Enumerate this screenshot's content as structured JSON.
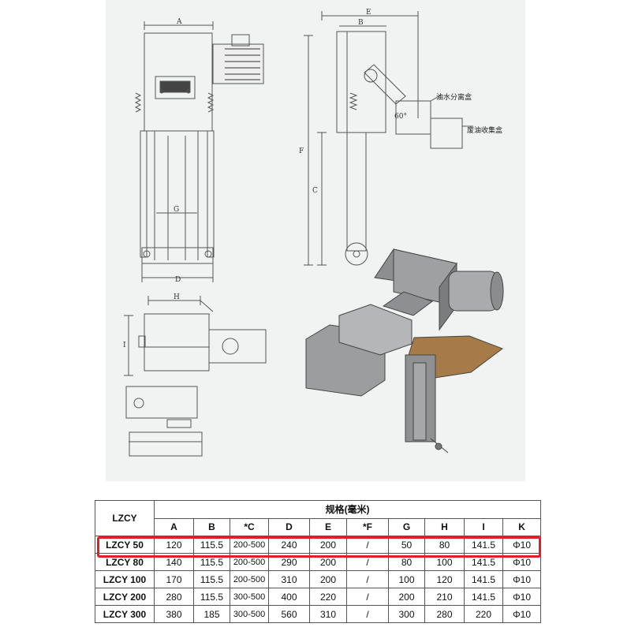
{
  "drawing": {
    "dims": [
      "A",
      "B",
      "C",
      "D",
      "E",
      "F",
      "G",
      "H",
      "I"
    ],
    "labels": {
      "oil_water_separator": "油水分离盒",
      "waste_oil_box": "废油收集盒",
      "angle": "60°"
    }
  },
  "table": {
    "header_model": "LZCY",
    "header_spec": "规格(毫米)",
    "columns": [
      "A",
      "B",
      "*C",
      "D",
      "E",
      "*F",
      "G",
      "H",
      "I",
      "K"
    ],
    "rows": [
      [
        "LZCY 50",
        "120",
        "115.5",
        "200-500",
        "240",
        "200",
        "/",
        "50",
        "80",
        "141.5",
        "Φ10"
      ],
      [
        "LZCY 80",
        "140",
        "115.5",
        "200-500",
        "290",
        "200",
        "/",
        "80",
        "100",
        "141.5",
        "Φ10"
      ],
      [
        "LZCY 100",
        "170",
        "115.5",
        "200-500",
        "310",
        "200",
        "/",
        "100",
        "120",
        "141.5",
        "Φ10"
      ],
      [
        "LZCY 200",
        "280",
        "115.5",
        "300-500",
        "400",
        "220",
        "/",
        "200",
        "210",
        "141.5",
        "Φ10"
      ],
      [
        "LZCY 300",
        "380",
        "185",
        "300-500",
        "560",
        "310",
        "/",
        "300",
        "280",
        "220",
        "Φ10"
      ]
    ],
    "highlight_color": "#e41e26"
  }
}
